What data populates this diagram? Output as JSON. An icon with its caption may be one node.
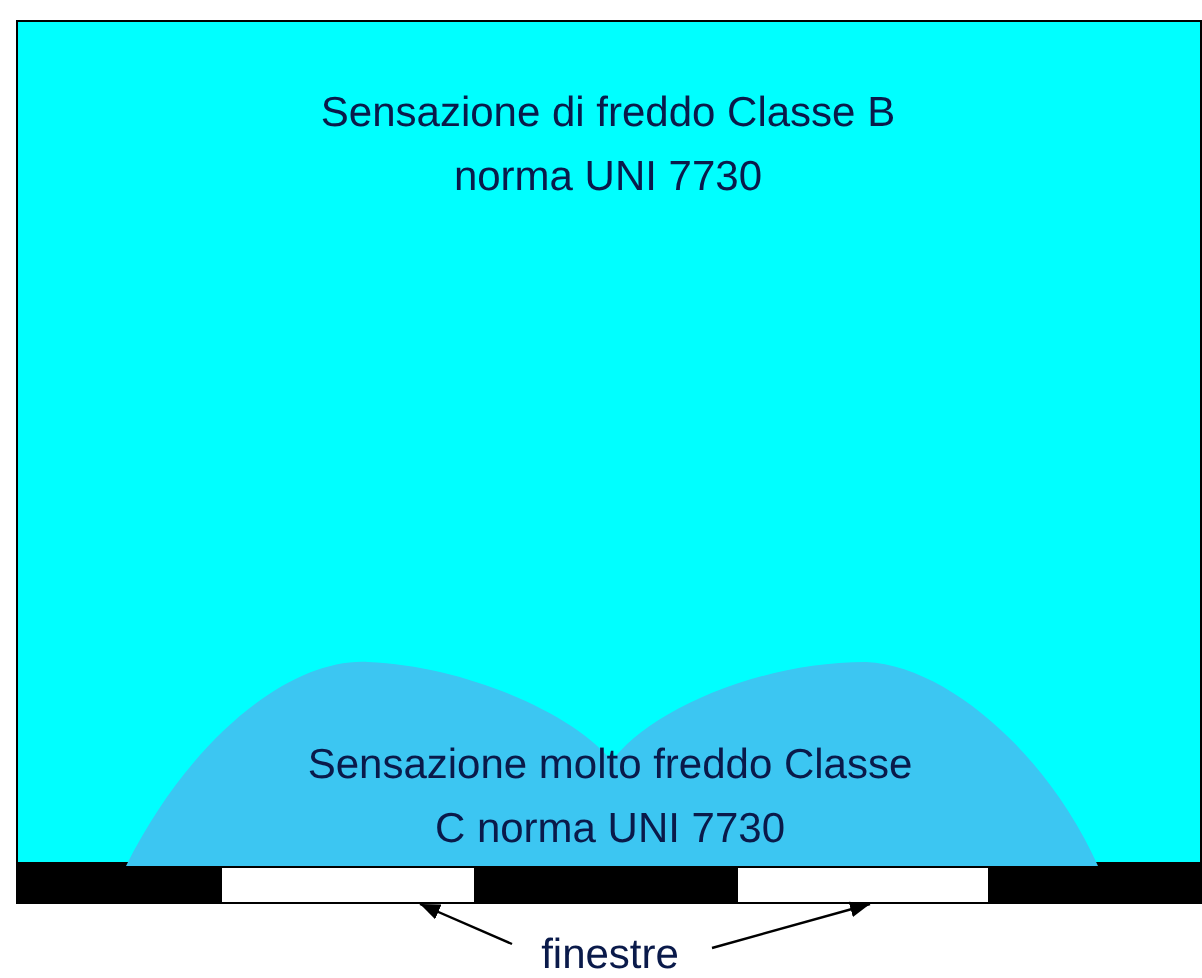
{
  "diagram": {
    "nodes": [
      {
        "text": [
          "Sensazione di freddo Classe B norma UNI 7730"
        ]
      },
      {
        "text": [
          "Sensazione molto freddo Classe C norma UNI 7730"
        ],
        "in": 0
      },
      {
        "text": [
          "finestre"
        ]
      },
      {
        "text": [],
        "shape": "box"
      },
      {
        "text": [],
        "shape": "box"
      }
    ],
    "edges": [
      {
        "from": 2,
        "to": 3,
        "arrow": "to"
      },
      {
        "from": 2,
        "to": 4,
        "arrow": "to"
      }
    ]
  }
}
